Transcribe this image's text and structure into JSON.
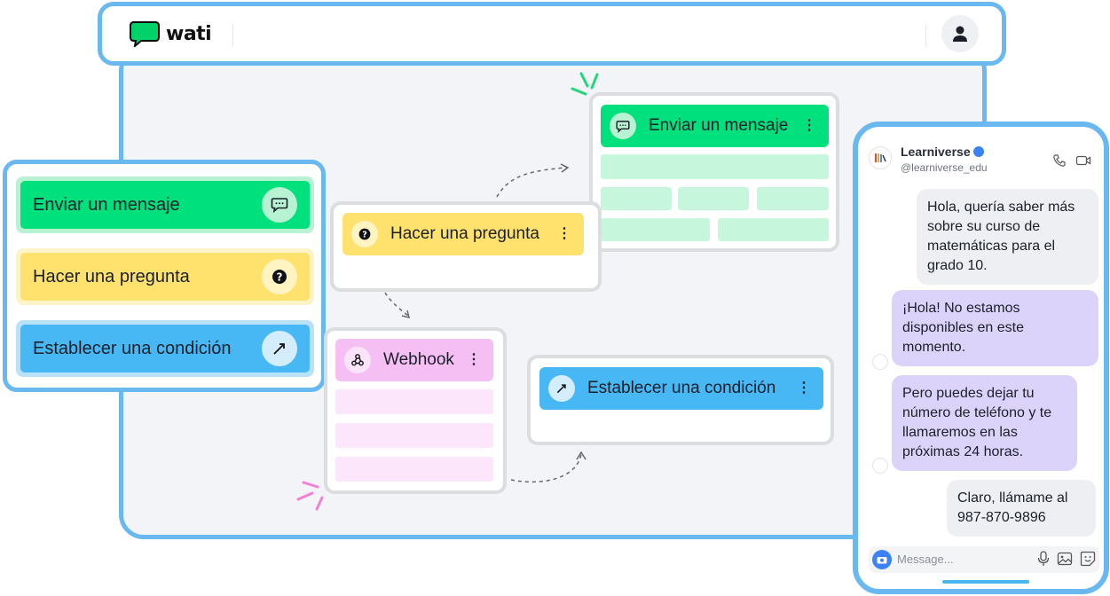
{
  "app": {
    "logo_text": "wati"
  },
  "palette": {
    "items": [
      {
        "label": "Enviar un mensaje",
        "icon": "chat-icon"
      },
      {
        "label": "Hacer una pregunta",
        "icon": "question-icon"
      },
      {
        "label": "Establecer una condición",
        "icon": "branch-icon"
      }
    ]
  },
  "flow": {
    "send_node": {
      "label": "Enviar un mensaje",
      "icon": "chat-icon"
    },
    "ask_node": {
      "label": "Hacer una pregunta",
      "icon": "question-icon"
    },
    "webhook_node": {
      "label": "Webhook",
      "icon": "webhook-icon"
    },
    "condition_node": {
      "label": "Establecer una condición",
      "icon": "branch-icon"
    }
  },
  "phone": {
    "contact_name": "Learniverse",
    "contact_handle": "@learniverse_edu",
    "messages": [
      {
        "direction": "outgoing",
        "text": "Hola, quería saber más sobre su curso de matemáticas para el grado 10."
      },
      {
        "direction": "incoming",
        "text": "¡Hola! No estamos disponibles en este momento."
      },
      {
        "direction": "incoming",
        "text": "Pero puedes dejar tu número de teléfono y te llamaremos en las próximas 24 horas."
      },
      {
        "direction": "outgoing",
        "text": "Claro, llámame al 987-870-9896"
      }
    ],
    "input_placeholder": "Message..."
  },
  "colors": {
    "frame": "#6ab8f0",
    "send": "#00e07c",
    "ask": "#ffe26e",
    "condition": "#48b8f5",
    "webhook": "#f6bff4",
    "incoming_bubble": "#dcd3fb",
    "outgoing_bubble": "#eeeff2"
  }
}
